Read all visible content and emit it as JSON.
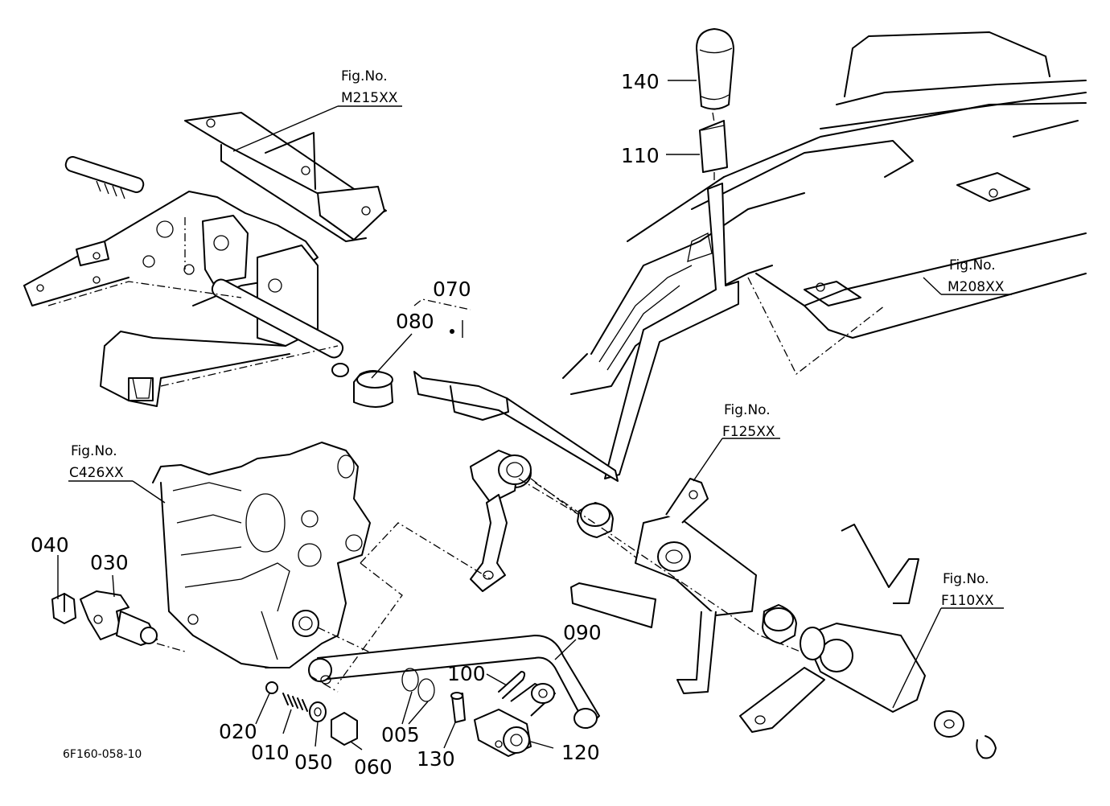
{
  "figure_refs": {
    "m215": {
      "line1": "Fig.No.",
      "line2": "M215XX"
    },
    "m208": {
      "line1": "Fig.No.",
      "line2": "M208XX"
    },
    "f125": {
      "line1": "Fig.No.",
      "line2": "F125XX"
    },
    "c426": {
      "line1": "Fig.No.",
      "line2": "C426XX"
    },
    "f110": {
      "line1": "Fig.No.",
      "line2": "F110XX"
    }
  },
  "part_labels": {
    "p140": "140",
    "p110": "110",
    "p070": "070",
    "p080": "080",
    "p040": "040",
    "p030": "030",
    "p090": "090",
    "p100": "100",
    "p020": "020",
    "p010": "010",
    "p050": "050",
    "p060": "060",
    "p005": "005",
    "p130": "130",
    "p120": "120"
  },
  "drawing_code": "6F160-058-10"
}
